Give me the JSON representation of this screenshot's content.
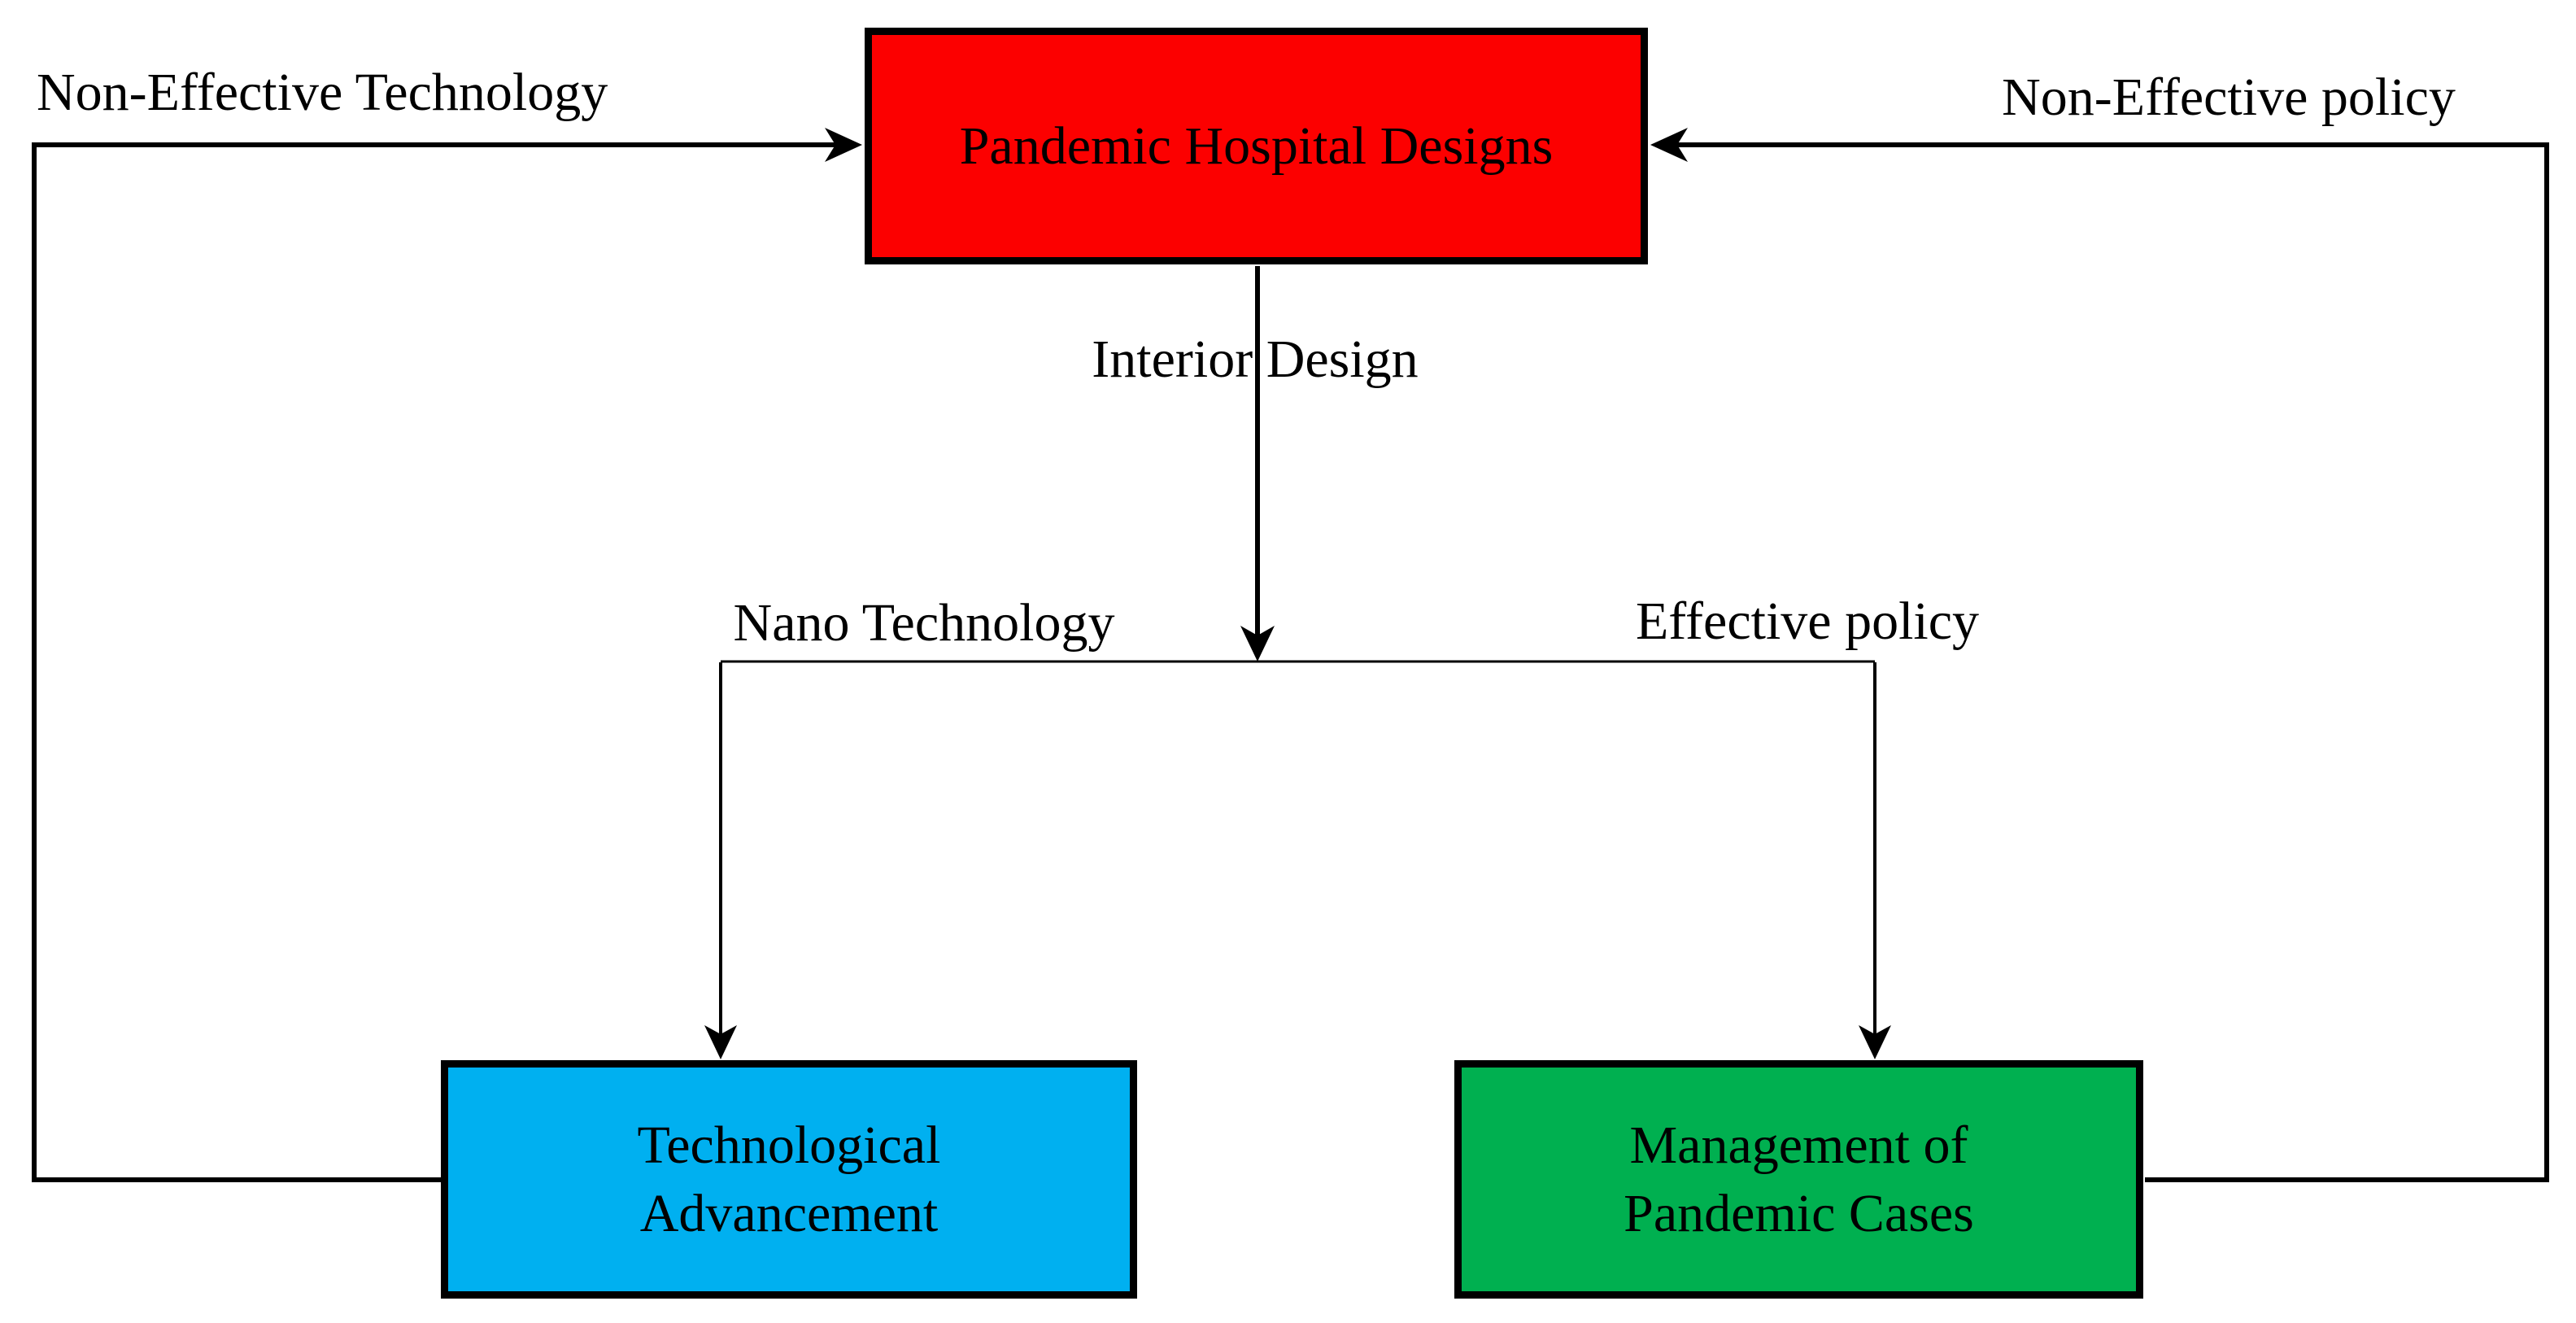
{
  "diagram": {
    "nodes": {
      "pandemic_hospital_designs": {
        "label": "Pandemic Hospital Designs",
        "fill": "#fc0000"
      },
      "technological_advancement": {
        "label": "Technological\nAdvancement",
        "fill": "#00b0f0"
      },
      "management_of_pandemic_cases": {
        "label": "Management of\nPandemic Cases",
        "fill": "#00b050"
      }
    },
    "edge_labels": {
      "non_effective_technology": "Non-Effective Technology",
      "non_effective_policy": "Non-Effective policy",
      "interior_design": "Interior Design",
      "nano_technology": "Nano Technology",
      "effective_policy": "Effective policy"
    },
    "colors": {
      "connector": "#000000",
      "text": "#000000",
      "background": "#ffffff"
    }
  }
}
